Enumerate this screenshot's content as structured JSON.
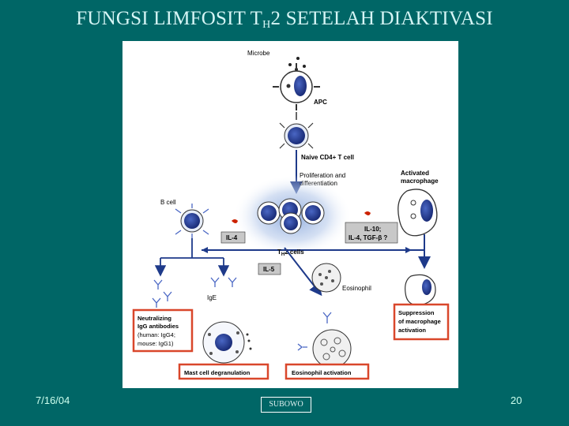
{
  "title": {
    "prefix": "FUNGSI LIMFOSIT T",
    "subscript": "H",
    "suffix": "2 SETELAH DIAKTIVASI"
  },
  "diagram": {
    "microbe": "Microbe",
    "apc": "APC",
    "naive_t_cell": "Naive CD4+ T cell",
    "proliferation_line1": "Proliferation and",
    "proliferation_line2": "differentiation",
    "activated_line1": "Activated",
    "activated_line2": "macrophage",
    "b_cell": "B cell",
    "il4": "IL-4",
    "il10_line1": "IL-10;",
    "il10_line2": "IL-4, TGF-β ?",
    "th2_main": "T",
    "th2_sub": "H",
    "th2_suffix": "2 cells",
    "il5": "IL-5",
    "ige": "IgE",
    "eosinophil": "Eosinophil",
    "neutralizing_line1": "Neutralizing",
    "neutralizing_line2": "IgG antibodies",
    "neutralizing_line3": "(human: IgG4;",
    "neutralizing_line4": "mouse: IgG1)",
    "suppression_line1": "Suppression",
    "suppression_line2": "of macrophage",
    "suppression_line3": "activation",
    "mast_cell": "Mast cell degranulation",
    "eosinophil_activation": "Eosinophil activation"
  },
  "footer": {
    "date": "7/16/04",
    "author": "SUBOWO",
    "page": "20"
  },
  "colors": {
    "background": "#006666",
    "highlight_box": "#d9472b",
    "cell_nucleus": "#1e3a8a",
    "label_box": "#c8c8c8"
  }
}
